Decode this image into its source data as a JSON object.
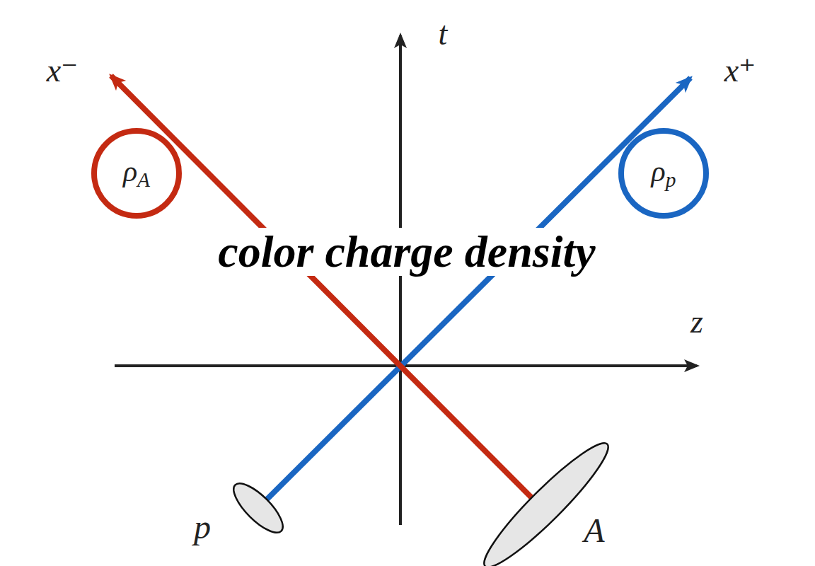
{
  "diagram": {
    "nodes": [
      {
        "text": [
          "ρA"
        ]
      },
      {
        "text": [
          "ρp"
        ]
      }
    ],
    "labels": [
      "t",
      "x⁻",
      "x⁺",
      "z",
      "color charge density",
      "p",
      "A"
    ]
  }
}
